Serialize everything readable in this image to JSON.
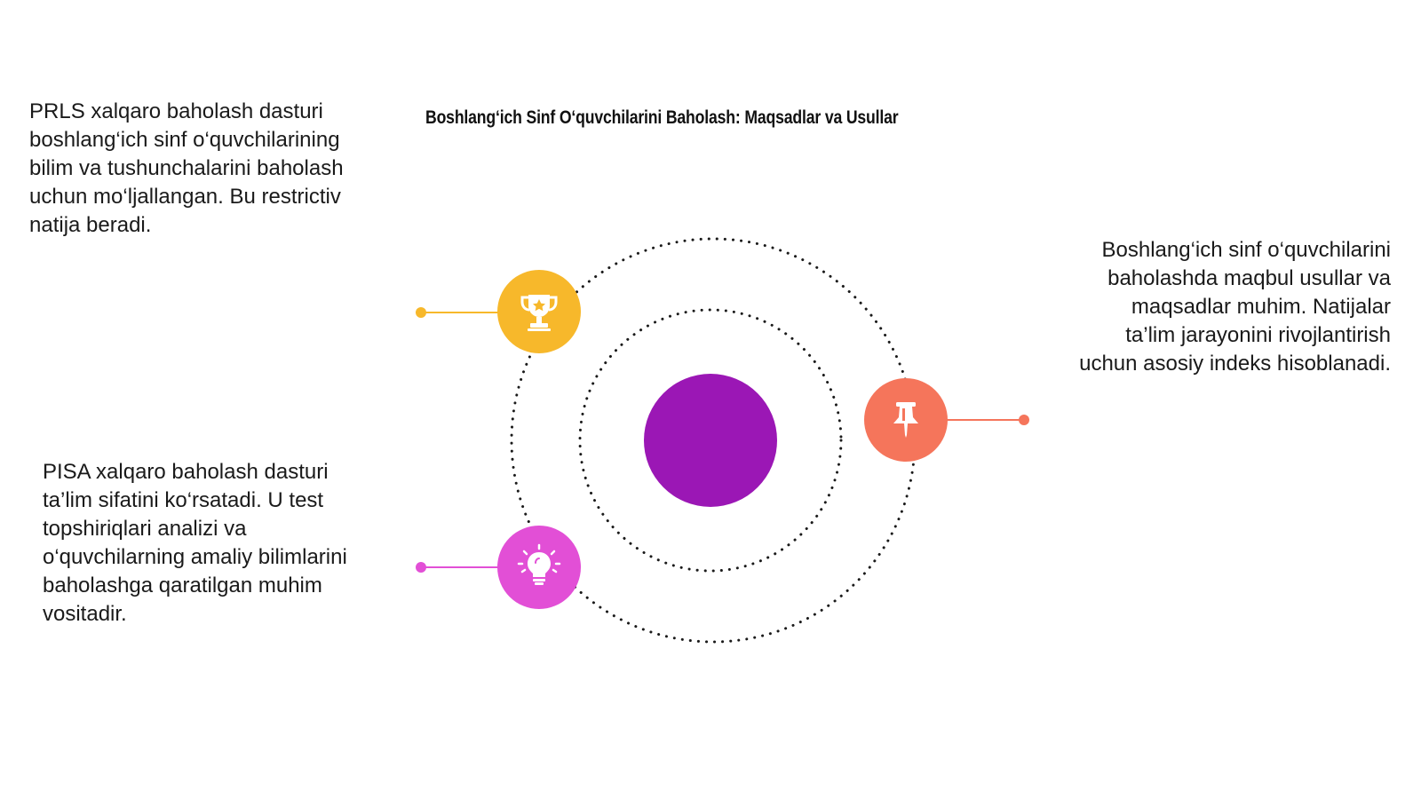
{
  "title": "Boshlang‘ich Sinf O‘quvchilarini Baholash: Maqsadlar va Usullar",
  "items": [
    {
      "id": "top-left",
      "icon": "trophy-icon",
      "color": "#f7b82b",
      "text": "PRLS xalqaro baholash dasturi\nboshlang‘ich sinf o‘quvchilarining\nbilim va tushunchalarini baholash\nuchun mo‘ljallangan. Bu restrictiv\nnatija beradi."
    },
    {
      "id": "right",
      "icon": "pushpin-icon",
      "color": "#f5755b",
      "text": "Boshlang‘ich sinf o‘quvchilarini\nbaholashda maqbul usullar va\nmaqsadlar muhim. Natijalar\nta’lim jarayonini rivojlantirish\nuchun asosiy indeks hisoblanadi."
    },
    {
      "id": "bottom-left",
      "icon": "lightbulb-icon",
      "color": "#e24fd6",
      "text": "PISA xalqaro baholash dasturi\nta’lim sifatini ko‘rsatadi. U test\ntopshiriqlari analizi va\no‘quvchilarning amaliy bilimlarini\nbaholashga qaratilgan muhim\nvositadir."
    }
  ],
  "center_color": "#9b17b5"
}
